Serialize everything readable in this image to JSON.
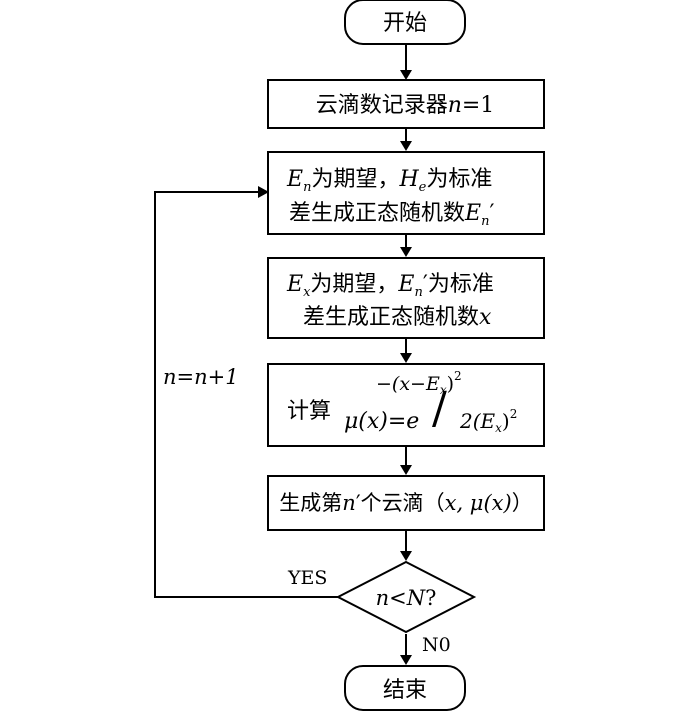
{
  "nodes": {
    "start": {
      "label": "开始"
    },
    "init": {
      "prefix": "云滴数记录器",
      "var": "n",
      "suffix": "=1"
    },
    "step1": {
      "line1": {
        "var": "E",
        "sub": "n",
        "mid": "为期望，",
        "var2": "H",
        "sub2": "e",
        "tail": "为标准"
      },
      "line2": {
        "text": "差生成正态随机数",
        "var": "E",
        "sub": "n",
        "prime": "′"
      }
    },
    "step2": {
      "line1": {
        "var": "E",
        "sub": "x",
        "mid": "为期望，",
        "var2": "E",
        "sub2": "n",
        "prime": "′",
        "tail": "为标准"
      },
      "line2": {
        "text": "差生成正态随机数",
        "var": "x"
      }
    },
    "calc": {
      "label": "计算",
      "lhs": "μ(x)=e",
      "numerator": "−(x−E",
      "numerator_sub": "x",
      "numerator_end": ")",
      "numerator_sup": "2",
      "slash": "/",
      "denominator": "2(E",
      "denominator_sub": "x",
      "denominator_end": ")",
      "denominator_sup": "2"
    },
    "generate": {
      "text_a": "生成第",
      "var": "n",
      "prime": "′",
      "text_b": "个云滴（",
      "args": "x, μ(x)",
      "close": "）"
    },
    "decision": {
      "var": "n",
      "op": "<",
      "var2": "N",
      "q": "?"
    },
    "end": {
      "label": "结束"
    }
  },
  "edges": {
    "yes_label": "YES",
    "no_label": "N0",
    "loop_label": "n=n+1"
  }
}
